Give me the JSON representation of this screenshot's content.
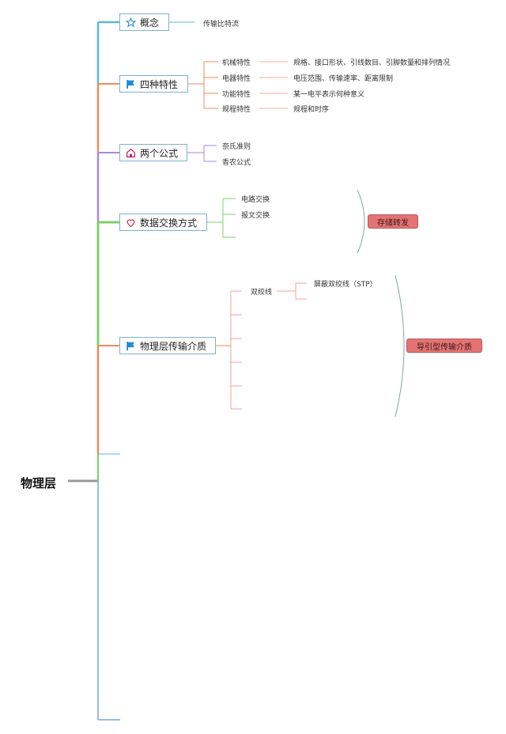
{
  "root": {
    "label": "物理层"
  },
  "branches": {
    "concept": {
      "label": "概念",
      "icon": "star-icon",
      "leaves": [
        "传输比特流"
      ]
    },
    "four_traits": {
      "label": "四种特性",
      "icon": "flag-icon",
      "items": [
        {
          "label": "机械特性",
          "desc": "规格、接口形状、引线数目、引脚数量和排列情况"
        },
        {
          "label": "电器特性",
          "desc": "电压范围、传输速率、距离限制"
        },
        {
          "label": "功能特性",
          "desc": "某一电平表示何种意义"
        },
        {
          "label": "规程特性",
          "desc": "规程和时序"
        }
      ]
    },
    "two_formulas": {
      "label": "两个公式",
      "icon": "home-icon",
      "leaves": [
        "奈氏准则",
        "香农公式"
      ]
    },
    "data_switching": {
      "label": "数据交换方式",
      "icon": "heart-icon",
      "leaves": [
        "电路交换",
        "报文交换"
      ],
      "summary": "存储转发"
    },
    "media": {
      "label": "物理层传输介质",
      "icon": "flag-icon",
      "first_leaf": "双绞线",
      "sub_leaf": "屏蔽双绞线（STP）",
      "summary": "导引型传输介质"
    }
  },
  "colors": {
    "cyan": "#5bb8d6",
    "orange": "#f08a5d",
    "purple": "#a88ad8",
    "green": "#7ed06a",
    "red": "#e57373",
    "blue": "#6fa8e0",
    "gray": "#999999"
  }
}
